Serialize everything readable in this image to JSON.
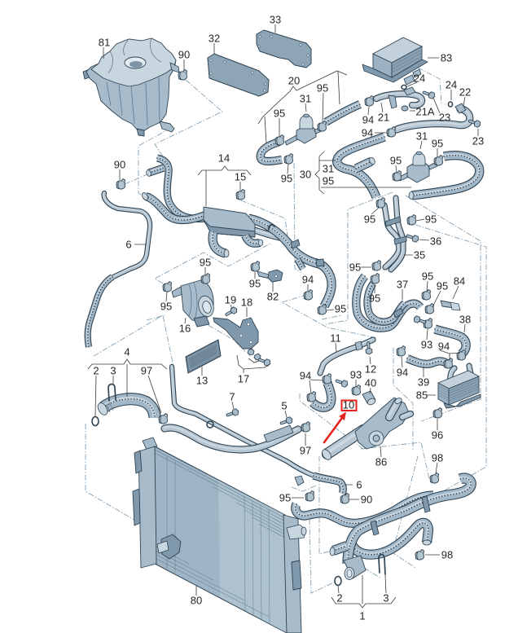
{
  "diagram": {
    "callouts": [
      "33",
      "81",
      "32",
      "90",
      "83",
      "24",
      "24",
      "22",
      "20",
      "95",
      "31",
      "95",
      "94",
      "21",
      "21A",
      "23",
      "94",
      "31",
      "95",
      "23",
      "95",
      "95",
      "30",
      "31",
      "95",
      "90",
      "14",
      "15",
      "95",
      "95",
      "36",
      "6",
      "35",
      "95",
      "95",
      "95",
      "82",
      "94",
      "95",
      "37",
      "95",
      "95",
      "84",
      "95",
      "95",
      "19",
      "18",
      "16",
      "38",
      "93",
      "94",
      "11",
      "12",
      "13",
      "17",
      "94",
      "93",
      "40",
      "10",
      "94",
      "39",
      "85",
      "4",
      "2",
      "3",
      "97",
      "7",
      "5",
      "97",
      "86",
      "96",
      "98",
      "6",
      "90",
      "95",
      "98",
      "80",
      "2",
      "3",
      "1"
    ],
    "selected_callout": "10",
    "colors": {
      "highlight": "#e5231b",
      "part_fill": "#a7bbca",
      "part_outline": "#2f4454",
      "assembly_line": "#86a1b4",
      "callout_text": "#262626"
    }
  }
}
